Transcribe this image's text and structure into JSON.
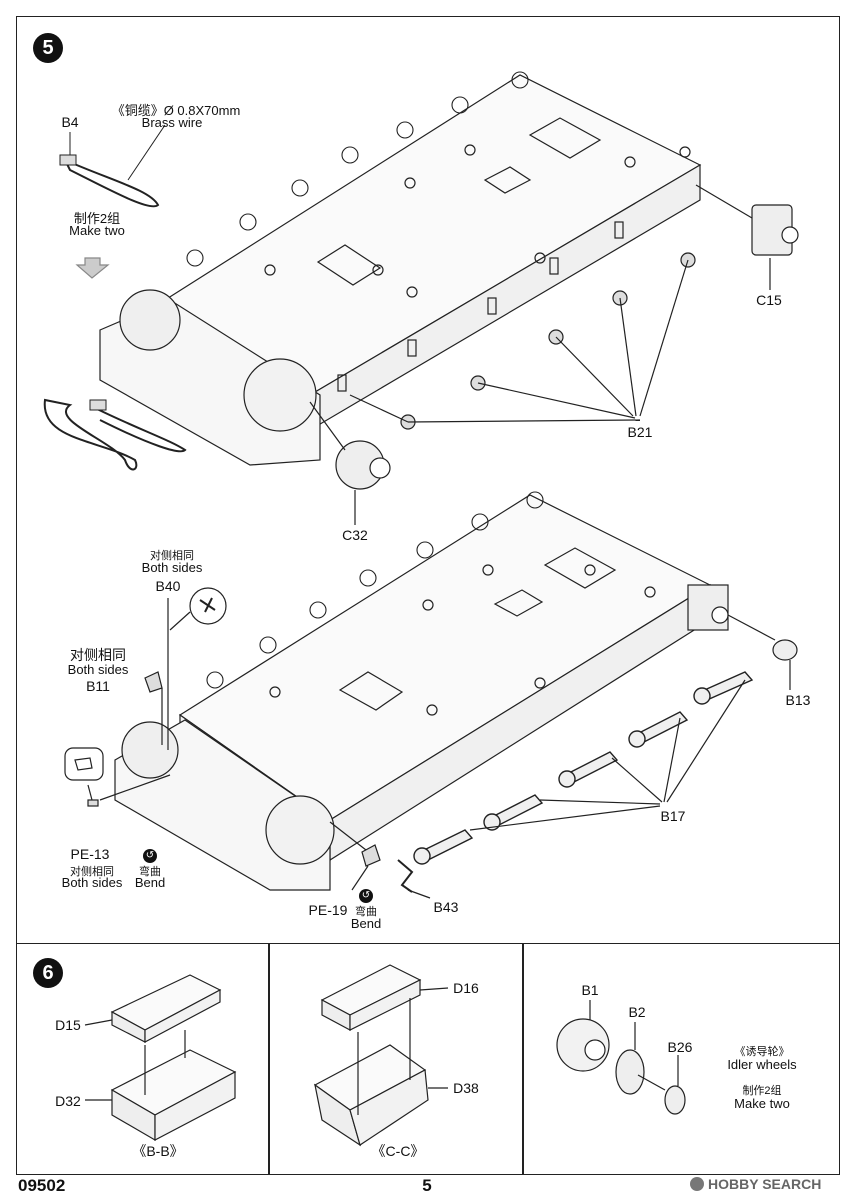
{
  "page": {
    "number": "5",
    "code": "09502",
    "watermark": "HOBBY SEARCH"
  },
  "step5": {
    "number": "5",
    "brass_wire": {
      "spec": "《铜缆》Ø 0.8X70mm",
      "en": "Brass wire"
    },
    "make_two": {
      "cn": "制作2组",
      "en": "Make two"
    },
    "parts": {
      "b4": "B4",
      "c15": "C15",
      "b21": "B21",
      "c32": "C32",
      "b40": "B40",
      "b11": "B11",
      "b13": "B13",
      "b17": "B17",
      "pe13": "PE-13",
      "pe19": "PE-19",
      "b43": "B43"
    },
    "both_sides_b40": {
      "cn": "对侧相同",
      "en": "Both sides"
    },
    "both_sides_b11": {
      "cn": "对侧相同",
      "en": "Both sides"
    },
    "both_sides_pe13": {
      "cn": "对侧相同",
      "en": "Both sides"
    },
    "bend_pe13": {
      "cn": "弯曲",
      "en": "Bend"
    },
    "bend_pe19": {
      "cn": "弯曲",
      "en": "Bend"
    }
  },
  "step6": {
    "number": "6",
    "panel1": {
      "parts": {
        "d15": "D15",
        "d32": "D32"
      },
      "caption": "《B-B》"
    },
    "panel2": {
      "parts": {
        "d16": "D16",
        "d38": "D38"
      },
      "caption": "《C-C》"
    },
    "panel3": {
      "parts": {
        "b1": "B1",
        "b2": "B2",
        "b26": "B26"
      },
      "idler": {
        "cn": "《诱导轮》",
        "en": "Idler wheels"
      },
      "make_two": {
        "cn": "制作2组",
        "en": "Make two"
      }
    }
  }
}
